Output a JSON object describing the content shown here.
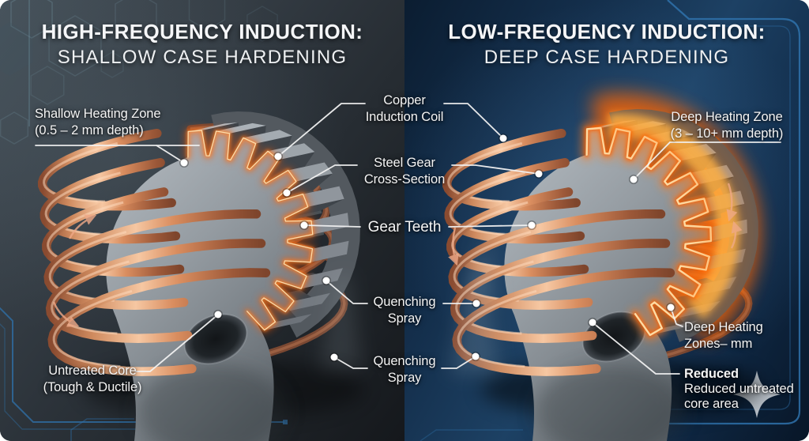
{
  "left_panel": {
    "title_line1": "HIGH-FREQUENCY INDUCTION:",
    "title_line2": "SHALLOW CASE HARDENING",
    "labels": {
      "shallow_zone": {
        "line1": "Shallow Heating Zone",
        "line2": "(0.5 – 2 mm depth)"
      },
      "untreated_core": {
        "line1": "Untreated Core",
        "line2": "(Tough & Ductile)"
      }
    }
  },
  "right_panel": {
    "title_line1": "LOW-FREQUENCY INDUCTION:",
    "title_line2": "DEEP CASE HARDENING",
    "labels": {
      "deep_zone": {
        "line1": "Deep Heating Zone",
        "line2": "(3 – 10+ mm depth)"
      },
      "deep_zones_mm": {
        "line1": "Deep Heating",
        "line2": "Zones– mm"
      },
      "reduced": {
        "line1": "Reduced",
        "line2": "Reduced untreated",
        "line3": "core area"
      }
    }
  },
  "center_labels": {
    "copper_coil": {
      "line1": "Copper",
      "line2": "Induction Coil"
    },
    "steel_gear": {
      "line1": "Steel Gear",
      "line2": "Cross-Section"
    },
    "gear_teeth": "Gear Teeth",
    "quenching_spray_1": {
      "line1": "Quenching",
      "line2": "Spray"
    },
    "quenching_spray_2": {
      "line1": "Quenching",
      "line2": "Spray"
    }
  },
  "icons": {
    "sparkle": "four-point-sparkle-icon"
  },
  "colors": {
    "label_text": "#f4f4f4",
    "leader_line": "#f2f2f2",
    "copper": "#cf8a5e",
    "copper_highlight": "#f6c7a2",
    "steel_light": "#b6bdc3",
    "steel_dark": "#5f666c",
    "glow_orange": "#ff6400",
    "glow_bright": "#ffe0b0",
    "circuit_blue": "#2f72ab",
    "left_background": "#2c333a",
    "right_background": "#142f4c"
  }
}
